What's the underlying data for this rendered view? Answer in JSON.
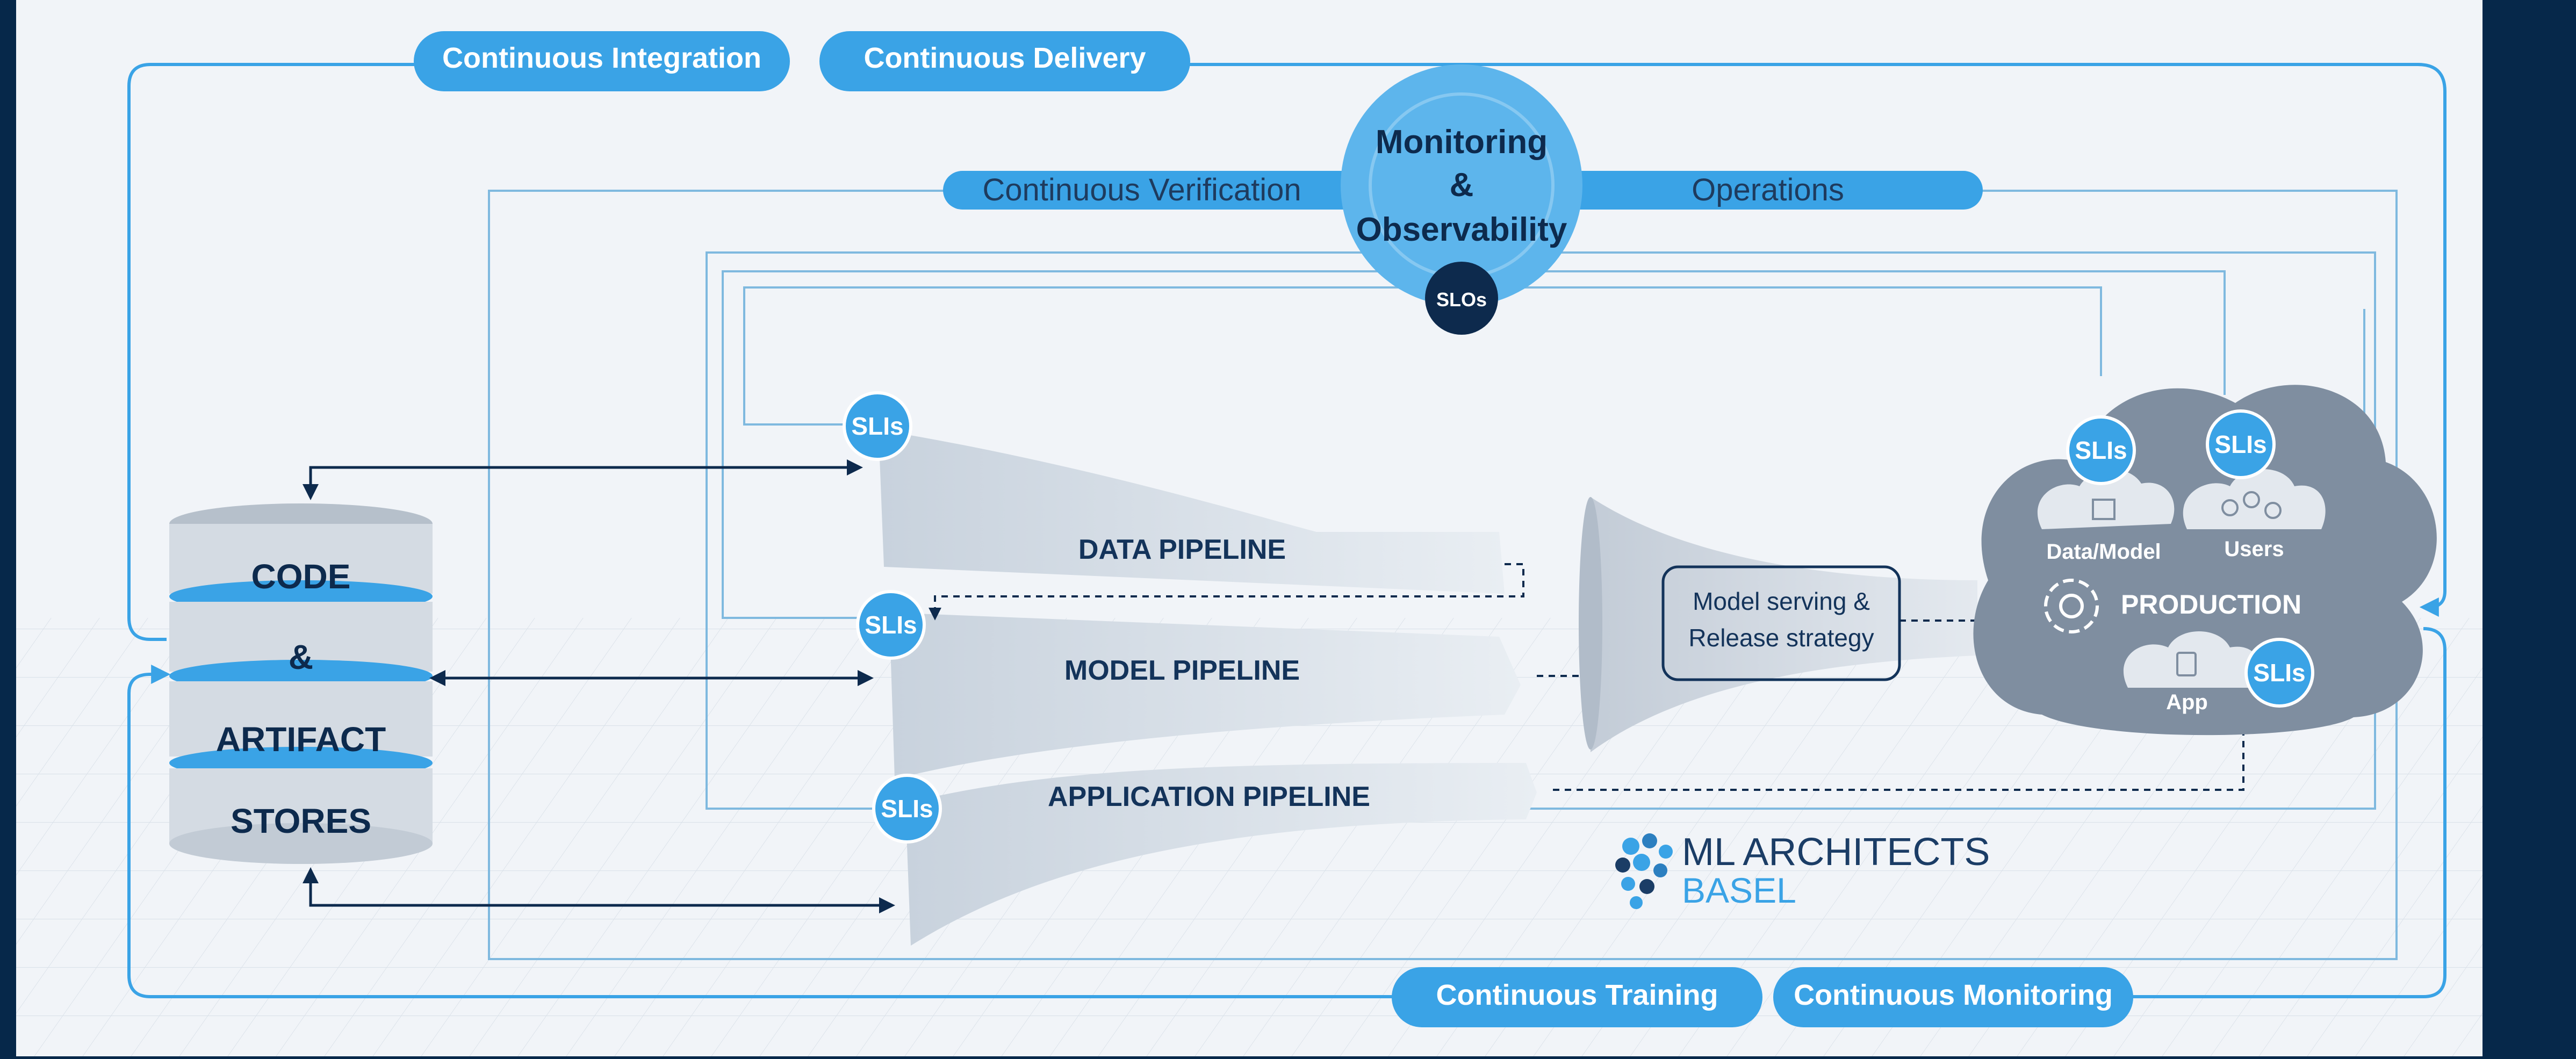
{
  "top_pills": {
    "continuous_integration": "Continuous Integration",
    "continuous_delivery": "Continuous Delivery"
  },
  "middle_pills": {
    "continuous_verification": "Continuous Verification",
    "operations": "Operations"
  },
  "monitoring": {
    "line1": "Monitoring",
    "line2": "&",
    "line3": "Observability",
    "slos": "SLOs"
  },
  "store": {
    "line1": "CODE",
    "line2": "&",
    "line3": "ARTIFACT",
    "line4": "STORES"
  },
  "pipelines": {
    "data": "DATA PIPELINE",
    "model": "MODEL PIPELINE",
    "application": "APPLICATION PIPELINE"
  },
  "sli_label": "SLIs",
  "serving": {
    "line1": "Model serving &",
    "line2": "Release strategy"
  },
  "production": {
    "title": "PRODUCTION",
    "data_model": "Data/Model",
    "users": "Users",
    "app": "App"
  },
  "bottom_pills": {
    "continuous_training": "Continuous Training",
    "continuous_monitoring": "Continuous Monitoring"
  },
  "logo": {
    "line1": "ML ARCHITECTS",
    "line2": "BASEL"
  },
  "colors": {
    "background": "#06284a",
    "panel": "#f1f4f8",
    "accent": "#3aa3e6",
    "dark": "#0d2a4d",
    "cloud": "#7f8ea0"
  }
}
